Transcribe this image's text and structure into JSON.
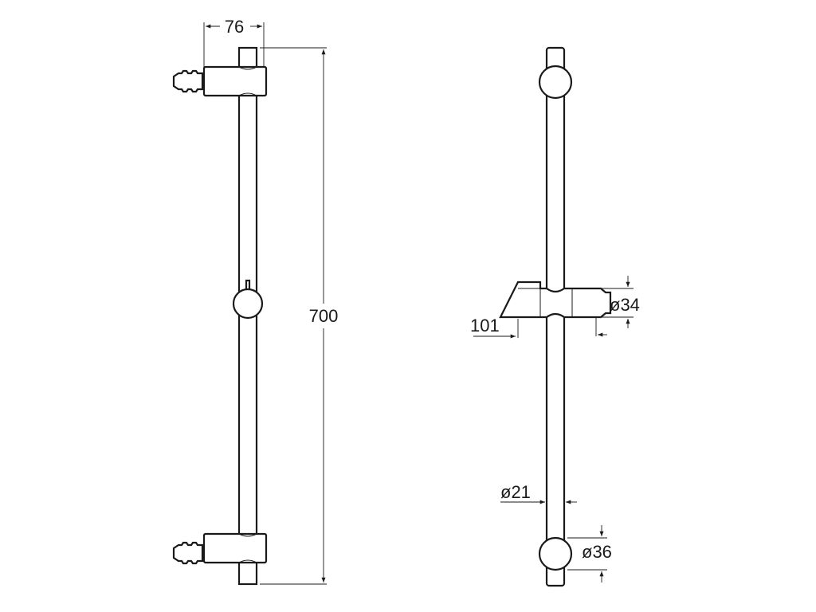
{
  "dimensions": {
    "bracket_depth": "76",
    "total_length": "700",
    "holder_projection": "101",
    "holder_diameter": "ø34",
    "rod_diameter": "ø21",
    "end_cap_diameter": "ø36"
  }
}
